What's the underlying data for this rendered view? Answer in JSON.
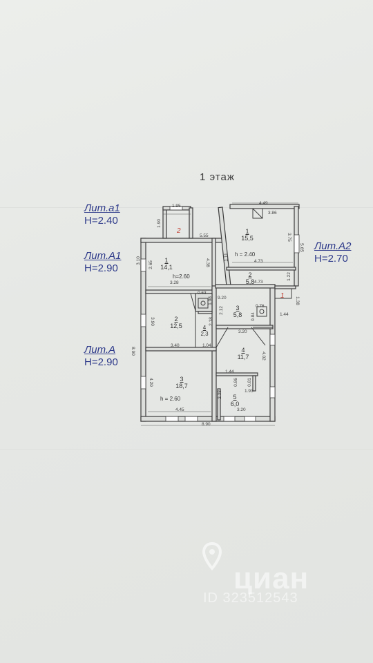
{
  "title": "1 этаж",
  "lit_labels": [
    {
      "name": "Лит.а1",
      "height": "Н=2.40"
    },
    {
      "name": "Лит.А1",
      "height": "Н=2.90"
    },
    {
      "name": "Лит.А",
      "height": "Н=2.90"
    },
    {
      "name": "Лит.А2",
      "height": "Н=2.70"
    }
  ],
  "rooms": [
    {
      "num": "1",
      "area": "15,5"
    },
    {
      "num": "2",
      "area": "5,8"
    },
    {
      "num": "1",
      "area": "14,1"
    },
    {
      "num": "2",
      "area": "12,5"
    },
    {
      "num": "3",
      "area": "5,8"
    },
    {
      "num": "4",
      "area": "2,3"
    },
    {
      "num": "4",
      "area": "11,7"
    },
    {
      "num": "3",
      "area": "18,7"
    },
    {
      "num": "5",
      "area": "6,0"
    }
  ],
  "ceiling_heights": [
    "h = 2.40",
    "h=2.60",
    "h = 2.60"
  ],
  "entrance_marks": [
    "2",
    "1"
  ],
  "dimensions": [
    "4.49",
    "3.86",
    "3.75",
    "5.65",
    "1.11",
    "4.73",
    "4.73",
    "1.22",
    "1.38",
    "1.44",
    "1.95",
    "1.90",
    "5.55",
    "3.10",
    "2.65",
    "4.38",
    "3.28",
    "0.63",
    "1.08",
    "2.18",
    "1.04",
    "9.20",
    "2.12",
    "0.76",
    "0.84",
    "3.20",
    "3.90",
    "3.40",
    "8.90",
    "4.02",
    "1.44",
    "0.86",
    "0.81",
    "1.93",
    "4.20",
    "2.38",
    "4.45",
    "3.20",
    "8.90"
  ],
  "watermark": {
    "logo": "циан",
    "id": "ID 323512543"
  },
  "colors": {
    "ink": "#3c3c3c",
    "lit_blue": "#2e3a8a",
    "entrance_red": "#c0392b",
    "paper": "#e6e8e5"
  }
}
